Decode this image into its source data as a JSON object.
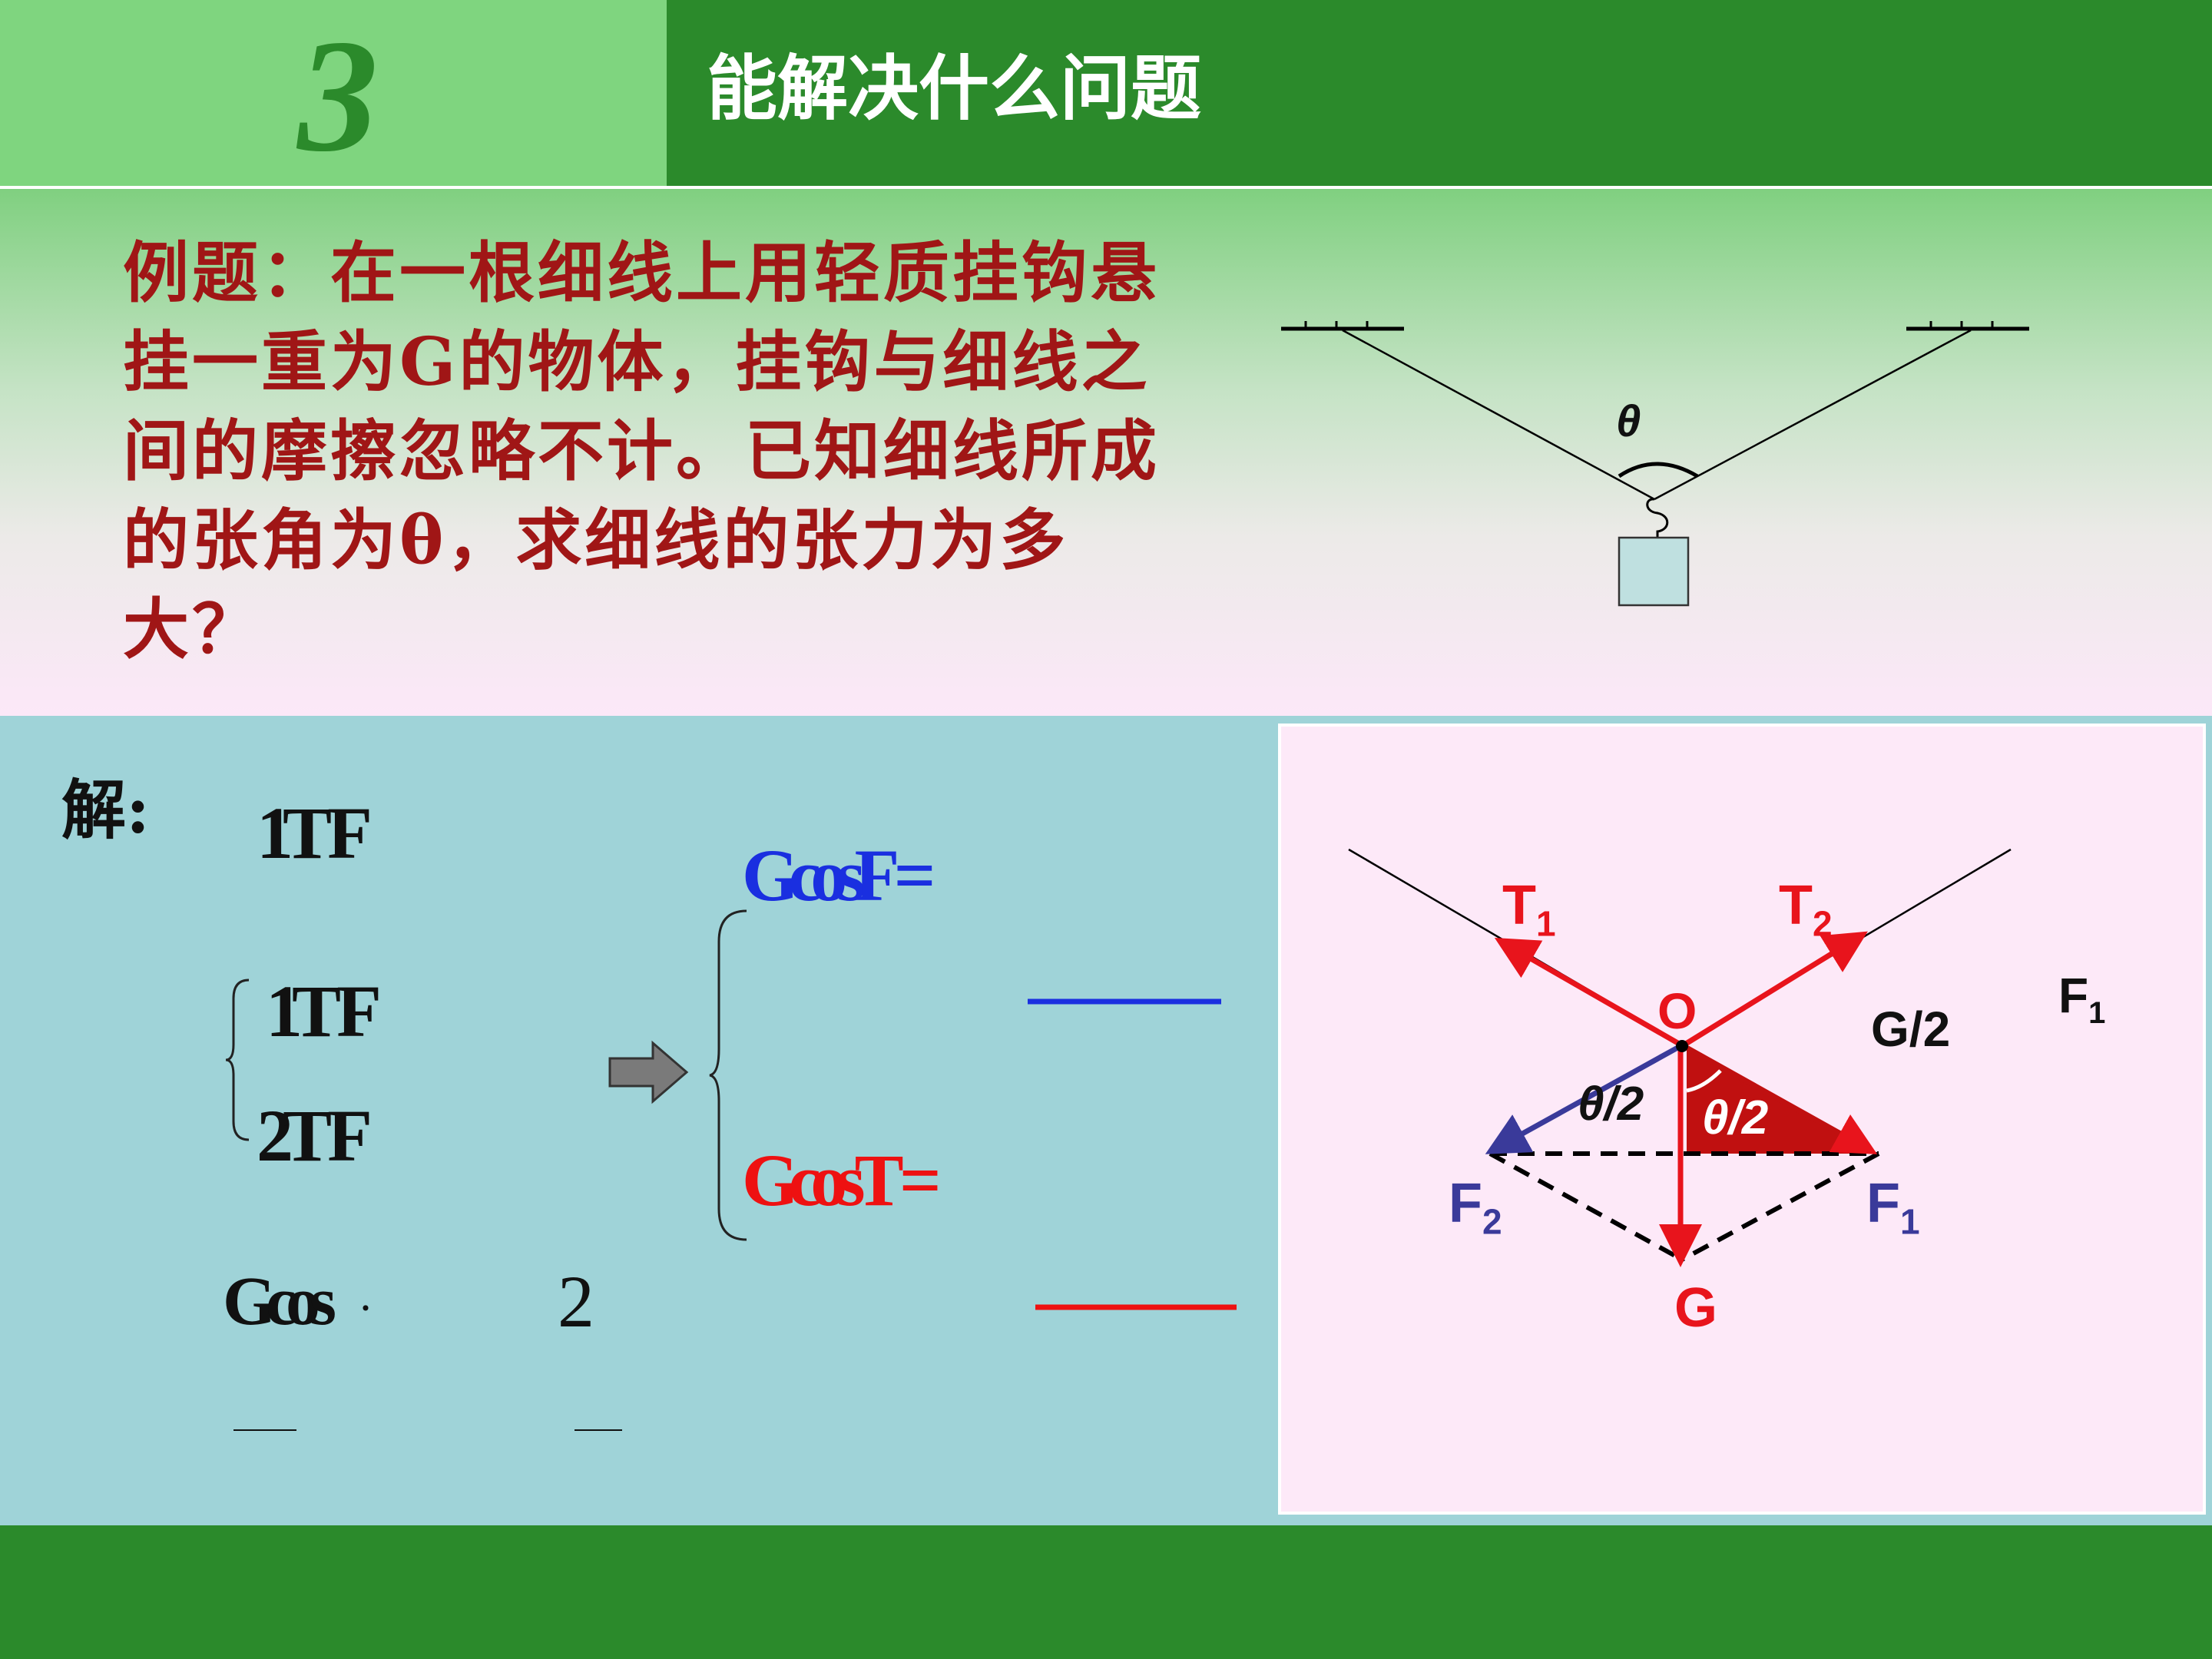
{
  "header": {
    "section_number": "3",
    "title": "能解决什么问题"
  },
  "problem": {
    "text": "例题：在一根细线上用轻质挂钩悬挂一重为G的物体，挂钩与细线之间的摩擦忽略不计。已知细线所成的张角为θ，求细线的张力为多大？"
  },
  "hanging_figure": {
    "angle_label": "θ"
  },
  "solution": {
    "label": "解:",
    "glyph_1": "1T F",
    "glyph_2": "1T F",
    "glyph_3": "2T F",
    "blue_equation": "GcosF =",
    "red_equation": "GcosT =",
    "cos_term": "Gcos",
    "dot": "·",
    "two": "2"
  },
  "force_diagram": {
    "t1": "T",
    "t1_sub": "1",
    "t2": "T",
    "t2_sub": "2",
    "o_label": "O",
    "g_half_label": "G/2",
    "f1_top": "F",
    "f1_top_sub": "1",
    "theta_half_left": "θ/2",
    "theta_half_right": "θ/2",
    "f2": "F",
    "f2_sub": "2",
    "f1": "F",
    "f1_sub": "1",
    "g_label": "G"
  },
  "colors": {
    "header_light_green": "#7fd57f",
    "header_dark_green": "#2b8a2b",
    "problem_text_red": "#a01616",
    "solution_bg": "#9fd3d8",
    "diagram_bg": "#fde9f8",
    "force_red": "#e8141c",
    "force_blue": "#3a3a9a"
  }
}
